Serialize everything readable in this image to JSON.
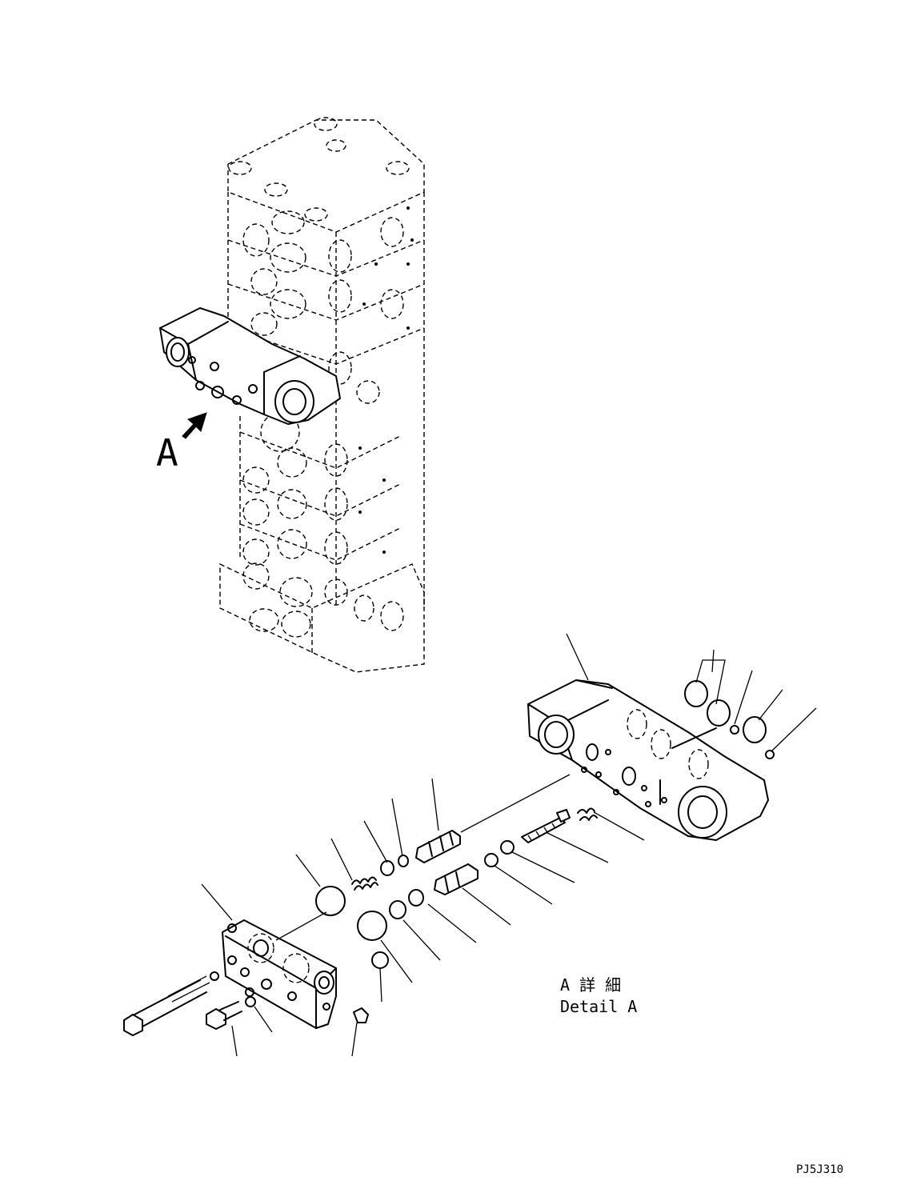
{
  "callout_letter": "A",
  "detail_title_jp": "A 詳 細",
  "detail_title_en": "Detail A",
  "drawing_code": "PJ5J310"
}
